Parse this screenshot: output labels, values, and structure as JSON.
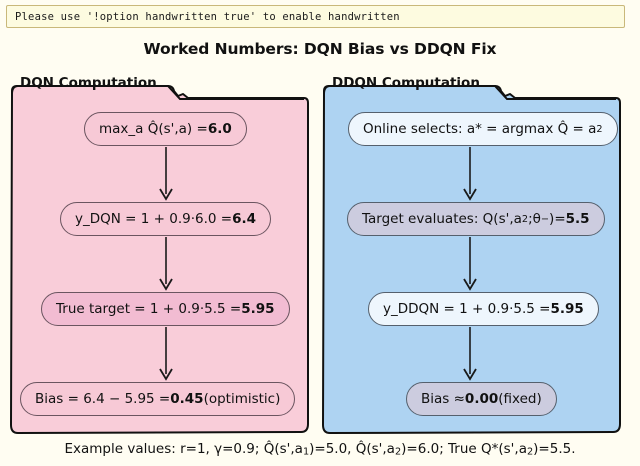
{
  "notice": {
    "text": "Please use '!option handwritten true' to enable handwritten"
  },
  "title": "Worked Numbers: DQN Bias vs DDQN Fix",
  "panels": [
    {
      "name": "dqn",
      "title": "DQN Computation",
      "fill": "#f9cdd9",
      "stroke": "#111111",
      "nodes": [
        {
          "text": "max_a Q̂(s',a) = 6.0",
          "bold_tail": "6.0",
          "fill": "#f7c9d6"
        },
        {
          "text": "y_DQN = 1 + 0.9·6.0 = 6.4",
          "bold_tail": "6.4",
          "fill": "#f7c9d6"
        },
        {
          "text": "True target = 1 + 0.9·5.5 = 5.95",
          "bold_tail": "5.95",
          "fill": "#f2bcd2"
        },
        {
          "text": "Bias = 6.4 − 5.95 = 0.45 (optimistic)",
          "bold_tail": "0.45",
          "fill": "#f7c9d6"
        }
      ]
    },
    {
      "name": "ddqn",
      "title": "DDQN Computation",
      "fill": "#aed3f2",
      "stroke": "#111111",
      "nodes": [
        {
          "text": "Online selects: a* = argmax Q̂ = a₂",
          "bold_tail": "",
          "fill": "#eef6fd"
        },
        {
          "text": "Target evaluates: Q(s',a₂;θ⁻)=5.5",
          "bold_tail": "5.5",
          "fill": "#ccccdf"
        },
        {
          "text": "y_DDQN = 1 + 0.9·5.5 = 5.95",
          "bold_tail": "5.95",
          "fill": "#eef6fd"
        },
        {
          "text": "Bias ≈ 0.00 (fixed)",
          "bold_tail": "0.00",
          "fill": "#ccccdf"
        }
      ]
    }
  ],
  "nodes_text": {
    "dqn_1_pre": "max_a Q̂(s',a) = ",
    "dqn_1_bold": "6.0",
    "dqn_1_post": "",
    "dqn_2_pre": "y_DQN = 1 + 0.9·6.0 = ",
    "dqn_2_bold": "6.4",
    "dqn_2_post": "",
    "dqn_3_pre": "True target = 1 + 0.9·5.5 = ",
    "dqn_3_bold": "5.95",
    "dqn_3_post": "",
    "dqn_4_pre": "Bias = 6.4 − 5.95 = ",
    "dqn_4_bold": "0.45",
    "dqn_4_post": " (optimistic)",
    "ddqn_1_pre": "Online selects: a* = argmax Q̂ = a",
    "ddqn_1_sub": "2",
    "ddqn_1_post": "",
    "ddqn_2_pre": "Target evaluates: Q(s',a",
    "ddqn_2_sub": "2",
    "ddqn_2_mid": ";θ",
    "ddqn_2_sup": "−",
    "ddqn_2_mid2": ")=",
    "ddqn_2_bold": "5.5",
    "ddqn_3_pre": "y_DDQN = 1 + 0.9·5.5 = ",
    "ddqn_3_bold": "5.95",
    "ddqn_4_pre": "Bias ≈ ",
    "ddqn_4_bold": "0.00",
    "ddqn_4_post": " (fixed)"
  },
  "caption": {
    "pre": "Example values: r=1, γ=0.9; Q̂(s',a",
    "sub1": "1",
    "mid1": ")=5.0, Q̂(s',a",
    "sub2": "2",
    "mid2": ")=6.0; True Q*(s',a",
    "sub3": "2",
    "post": ")=5.5."
  },
  "colors": {
    "page_background": "#fffdf2",
    "notice_background": "#fdfbe0",
    "notice_border": "#c9b87a",
    "dqn_panel": "#f9cdd9",
    "ddqn_panel": "#aed3f2",
    "node_stroke_pink": "#6b5560",
    "node_stroke_blue": "#55606d",
    "arrow": "#1a1a1a",
    "text": "#111111"
  }
}
